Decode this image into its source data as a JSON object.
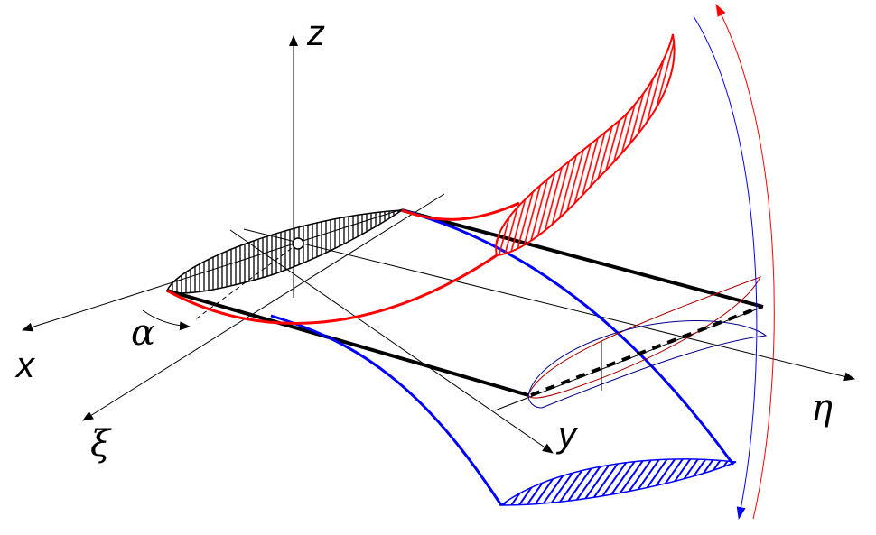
{
  "labels": {
    "z": "z",
    "x": "x",
    "alpha": "α",
    "xi": "ξ",
    "y": "y",
    "eta": "η"
  },
  "colors": {
    "black": "#000000",
    "red": "#ff0000",
    "blue": "#0000ff",
    "dark_red": "#b00000",
    "dark_blue": "#00008b"
  }
}
